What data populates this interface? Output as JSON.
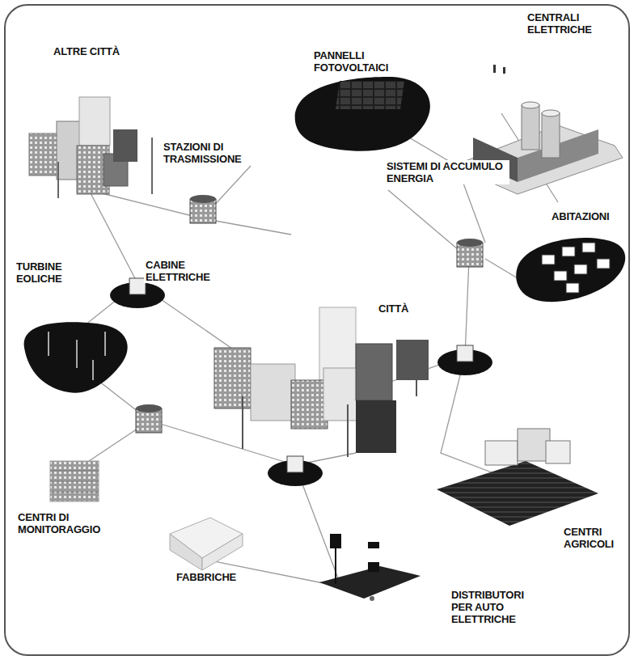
{
  "diagram": {
    "labels": [
      "ALTRE CITTÀ",
      "PANNELLI FOTOVOLTAICI",
      "CENTRALI ELETTRICHE",
      "STAZIONI DI TRASMISSIONE",
      "SISTEMI DI ACCUMULO ENERGIA",
      "ABITAZIONI",
      "TURBINE EOLICHE",
      "CABINE ELETTRICHE",
      "CITTÀ",
      "CENTRI AGRICOLI",
      "CENTRI DI MONITORAGGIO",
      "FABBRICHE",
      "DISTRIBUTORI PER AUTO ELETTRICHE"
    ]
  }
}
